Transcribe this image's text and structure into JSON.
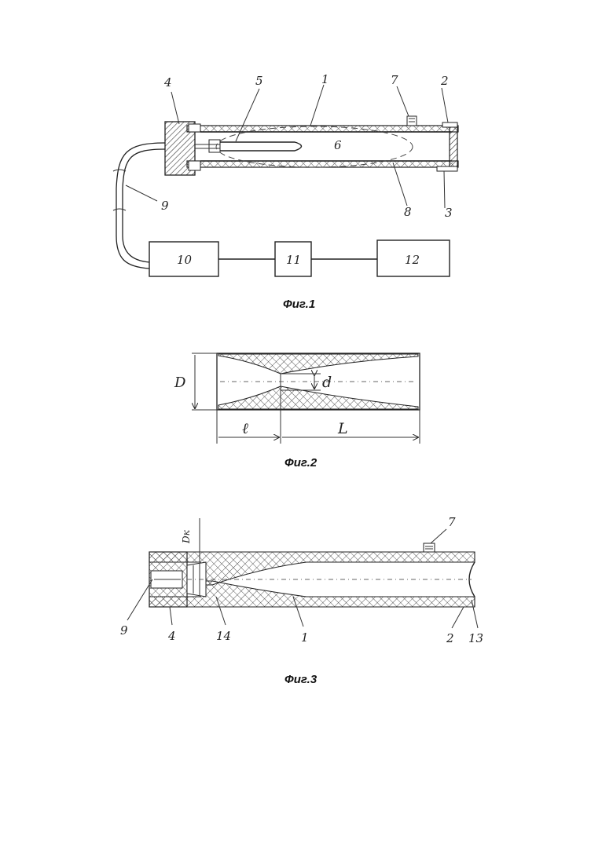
{
  "fig1": {
    "caption": "Фиг.1",
    "labels": {
      "n1": "1",
      "n2": "2",
      "n3": "3",
      "n4": "4",
      "n5": "5",
      "n6": "6",
      "n7": "7",
      "n8": "8",
      "n9": "9"
    },
    "boxes": {
      "b10": "10",
      "b11": "11",
      "b12": "12"
    }
  },
  "fig2": {
    "caption": "Фиг.2",
    "dims": {
      "D": "D",
      "d": "d",
      "l": "ℓ",
      "L": "L"
    }
  },
  "fig3": {
    "caption": "Фиг.3",
    "labels": {
      "n1": "1",
      "n2": "2",
      "n4": "4",
      "n7": "7",
      "n9": "9",
      "n13": "13",
      "n14": "14",
      "dk": "Dк"
    }
  }
}
